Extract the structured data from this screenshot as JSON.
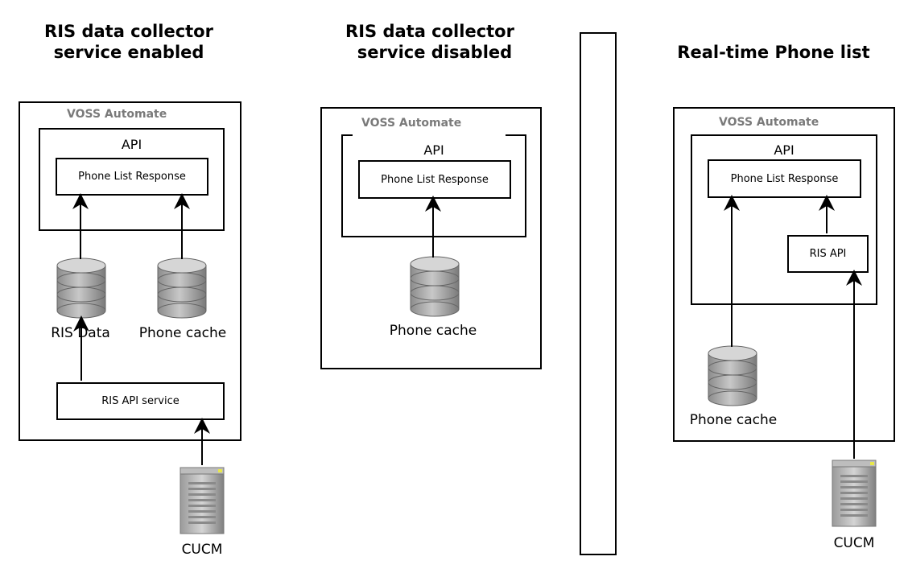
{
  "panel1": {
    "title_line1": "RIS data collector",
    "title_line2": "service enabled",
    "voss": "VOSS Automate",
    "api": "API",
    "response": "Phone List Response",
    "db1": "RIS Data",
    "db2": "Phone cache",
    "ris_service": "RIS API service",
    "server": "CUCM"
  },
  "panel2": {
    "title_line1": "RIS data collector",
    "title_line2": "service disabled",
    "voss": "VOSS Automate",
    "api": "API",
    "response": "Phone List Response",
    "db": "Phone cache"
  },
  "panel3": {
    "title": "Real-time Phone list",
    "voss": "VOSS Automate",
    "api": "API",
    "response": "Phone List Response",
    "ris_api": "RIS API",
    "db": "Phone cache",
    "server": "CUCM"
  }
}
